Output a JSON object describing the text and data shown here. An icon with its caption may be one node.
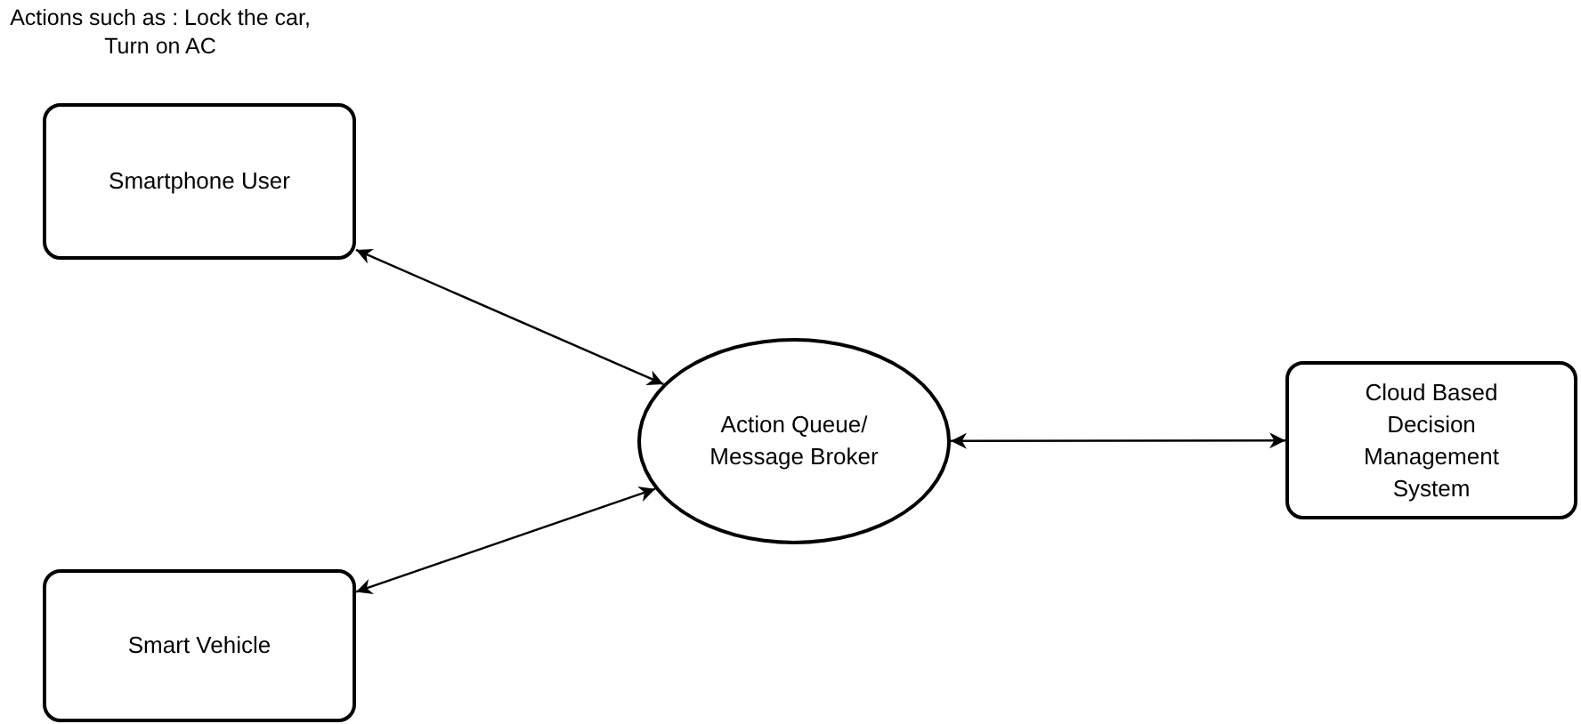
{
  "diagram": {
    "nodes": [
      {
        "text": [
          "Smartphone User"
        ],
        "beside": [
          "Actions such as : Lock the car, Turn on AC"
        ]
      },
      {
        "text": [
          "Action Queue/ Message Broker"
        ]
      },
      {
        "text": [
          "Smart Vehicle"
        ]
      },
      {
        "text": [
          "Cloud Based Decision Management System"
        ]
      }
    ],
    "edges": [
      {
        "from": 1,
        "to": 0,
        "arrow": "both"
      },
      {
        "from": 1,
        "to": 2,
        "arrow": "both"
      },
      {
        "from": 1,
        "to": 3,
        "arrow": "both"
      }
    ]
  }
}
